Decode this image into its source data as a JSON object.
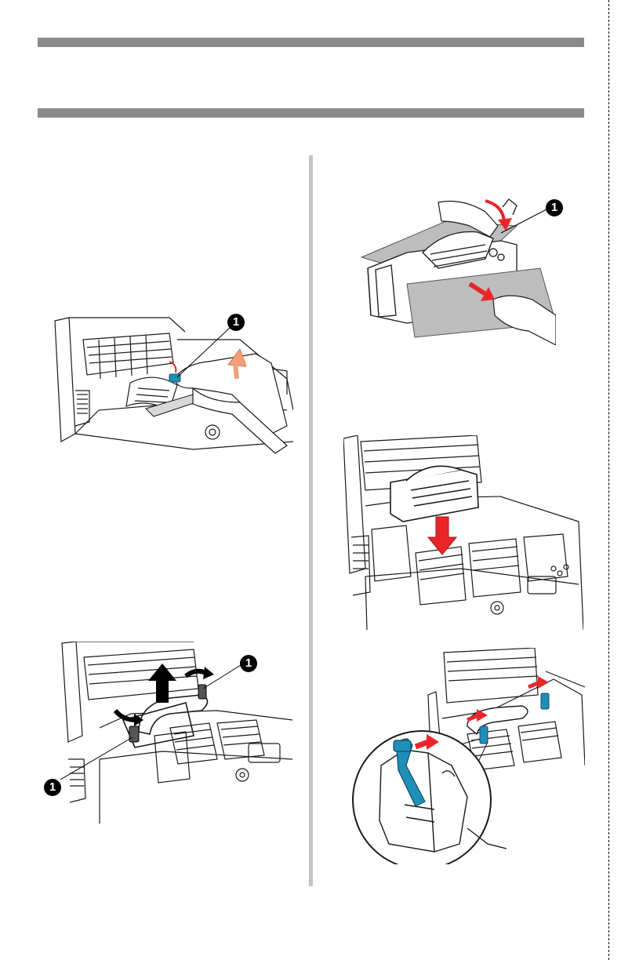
{
  "callout_marker": "1",
  "colors": {
    "rule_gray": "#8a8a8a",
    "divider_gray": "#c4c4c4",
    "accent_blue": "#1f8fb8",
    "arrow_red": "#e8262a",
    "arrow_black": "#000000",
    "line_art": "#1a1a1a"
  },
  "illustrations": [
    {
      "id": "fuser-lever-unlock",
      "icons": [
        "printer-interior-icon",
        "hand-icon",
        "fuser-lever-icon",
        "lift-arrow-icon"
      ]
    },
    {
      "id": "fuser-lift-out",
      "icons": [
        "printer-interior-icon",
        "fuser-handle-icon",
        "up-arrow-icon",
        "lever-arrow-icon"
      ]
    },
    {
      "id": "paper-removal-from-fuser",
      "icons": [
        "fuser-unit-icon",
        "hand-icon",
        "paper-sheet-icon",
        "pull-arrow-icon"
      ]
    },
    {
      "id": "fuser-reinsert",
      "icons": [
        "printer-interior-icon",
        "fuser-unit-icon",
        "down-arrow-icon"
      ]
    },
    {
      "id": "fuser-lock-levers",
      "icons": [
        "printer-interior-icon",
        "magnifier-icon",
        "lock-lever-icon",
        "lock-arrow-icon"
      ]
    }
  ]
}
